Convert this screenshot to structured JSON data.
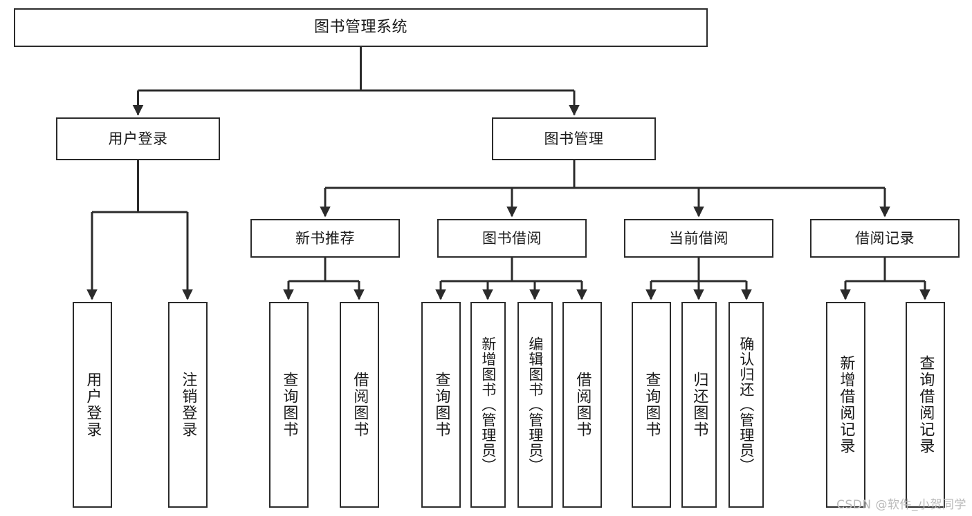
{
  "diagram": {
    "type": "tree-hierarchy",
    "title": "图书管理系统",
    "watermark": "CSDN @软件_小贺同学",
    "colors": {
      "stroke": "#2b2b2b",
      "fill": "#ffffff",
      "text": "#1a1a1a",
      "watermark": "#b9b9b9"
    },
    "nodes": {
      "root": {
        "label": "图书管理系统"
      },
      "level2": [
        {
          "label": "用户登录"
        },
        {
          "label": "图书管理"
        }
      ],
      "level3": [
        {
          "label": "新书推荐"
        },
        {
          "label": "图书借阅"
        },
        {
          "label": "当前借阅"
        },
        {
          "label": "借阅记录"
        }
      ],
      "leaves": {
        "user_login": [
          {
            "label": "用户登录"
          },
          {
            "label": "注销登录"
          }
        ],
        "new_book": [
          {
            "label": "查询图书"
          },
          {
            "label": "借阅图书"
          }
        ],
        "book_borrow": [
          {
            "label": "查询图书"
          },
          {
            "label": "新增图书（管理员）"
          },
          {
            "label": "编辑图书（管理员）"
          },
          {
            "label": "借阅图书"
          }
        ],
        "current_borrow": [
          {
            "label": "查询图书"
          },
          {
            "label": "归还图书"
          },
          {
            "label": "确认归还（管理员）"
          }
        ],
        "borrow_record": [
          {
            "label": "新增借阅记录"
          },
          {
            "label": "查询借阅记录"
          }
        ]
      }
    }
  }
}
